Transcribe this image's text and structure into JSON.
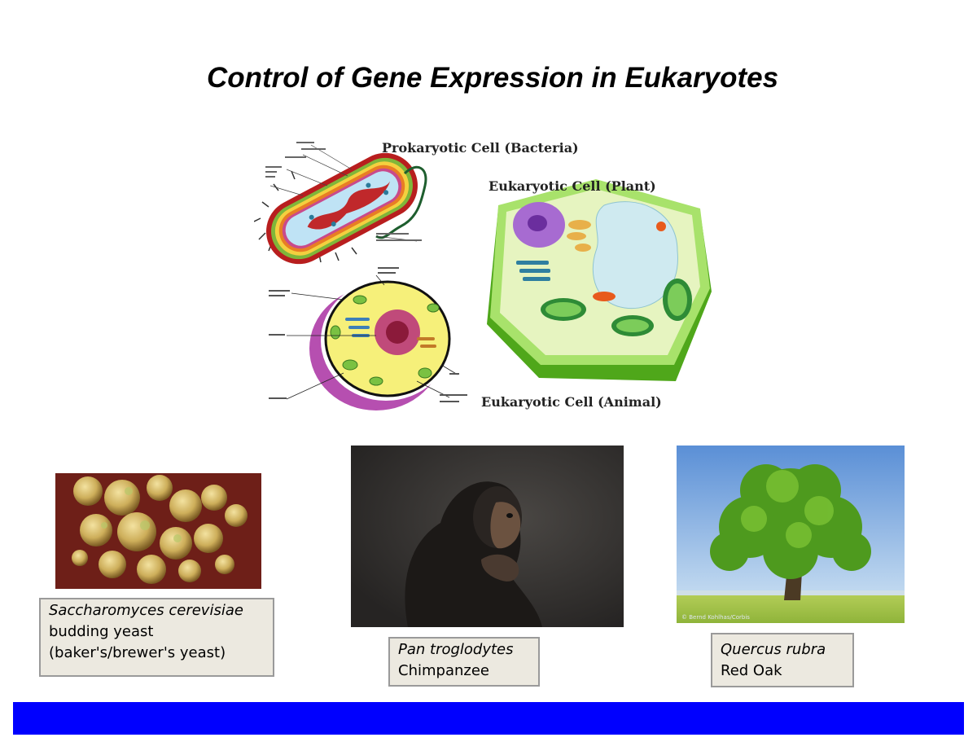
{
  "title": "Control of Gene Expression in Eukaryotes",
  "cell_diagram": {
    "prokaryote_label": "Prokaryotic Cell (Bacteria)",
    "plant_label": "Eukaryotic Cell (Plant)",
    "animal_label": "Eukaryotic Cell (Animal)"
  },
  "organisms": [
    {
      "scientific_name": "Saccharomyces cerevisiae",
      "common_name": "budding yeast",
      "extra": "(baker's/brewer's yeast)"
    },
    {
      "scientific_name": "Pan troglodytes",
      "common_name": "Chimpanzee"
    },
    {
      "scientific_name": "Quercus rubra",
      "common_name": "Red Oak"
    }
  ],
  "colors": {
    "bottom_bar": "#0000ff",
    "caption_bg": "#ece9e0"
  }
}
